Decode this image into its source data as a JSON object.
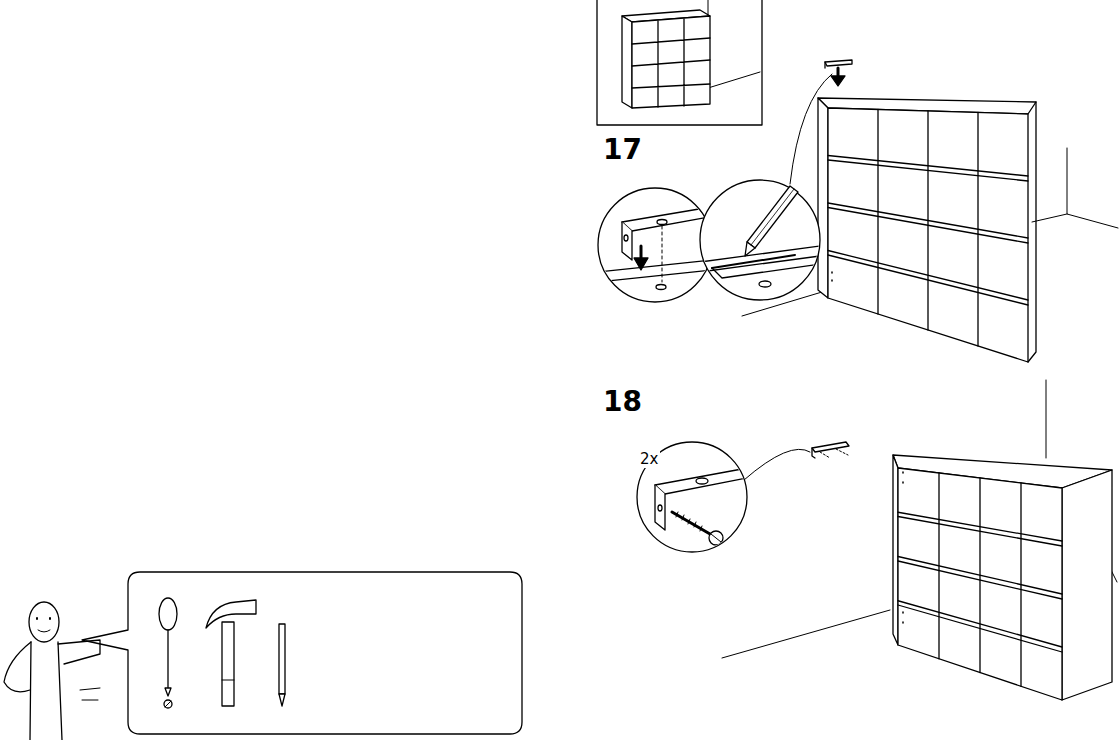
{
  "diagram": {
    "labels": [
      "17",
      "18",
      "2x"
    ]
  }
}
